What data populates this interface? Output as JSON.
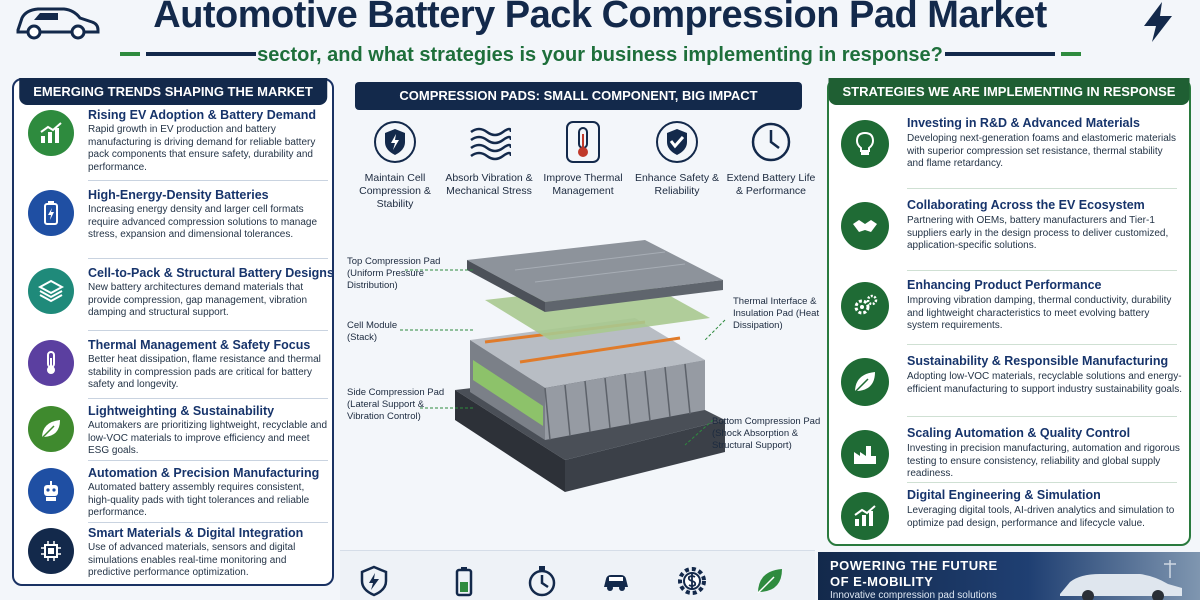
{
  "header": {
    "title": "Automotive Battery Pack Compression Pad Market",
    "subtitle": "sector, and what strategies is your business implementing in response?"
  },
  "left_panel": {
    "title": "EMERGING TRENDS SHAPING THE MARKET",
    "items": [
      {
        "heading": "Rising EV Adoption & Battery Demand",
        "desc": "Rapid growth in EV production and battery manufacturing is driving demand for reliable battery pack components that ensure safety, durability and performance.",
        "icon": "chart-up-icon",
        "color": "#2e8b3e"
      },
      {
        "heading": "High-Energy-Density Batteries",
        "desc": "Increasing energy density and larger cell formats require advanced compression solutions to manage stress, expansion and dimensional tolerances.",
        "icon": "battery-icon",
        "color": "#1f4fa3"
      },
      {
        "heading": "Cell-to-Pack & Structural Battery Designs",
        "desc": "New battery architectures demand materials that provide compression, gap management, vibration damping and structural support.",
        "icon": "layers-icon",
        "color": "#1f8a7a"
      },
      {
        "heading": "Thermal Management & Safety Focus",
        "desc": "Better heat dissipation, flame resistance and thermal stability in compression pads are critical for battery safety and longevity.",
        "icon": "thermometer-icon",
        "color": "#5b3fa0"
      },
      {
        "heading": "Lightweighting & Sustainability",
        "desc": "Automakers are prioritizing lightweight, recyclable and low-VOC materials to improve efficiency and meet ESG goals.",
        "icon": "leaf-icon",
        "color": "#3f8a2e"
      },
      {
        "heading": "Automation & Precision Manufacturing",
        "desc": "Automated battery assembly requires consistent, high-quality pads with tight tolerances and reliable performance.",
        "icon": "robot-icon",
        "color": "#1f4fa3"
      },
      {
        "heading": "Smart Materials & Digital Integration",
        "desc": "Use of advanced materials, sensors and digital simulations enables real-time monitoring and predictive performance optimization.",
        "icon": "chip-icon",
        "color": "#13294b"
      }
    ]
  },
  "center": {
    "title": "COMPRESSION PADS: SMALL COMPONENT, BIG IMPACT",
    "features": [
      {
        "label": "Maintain Cell Compression & Stability",
        "icon": "shield-bolt-icon"
      },
      {
        "label": "Absorb Vibration & Mechanical Stress",
        "icon": "waves-icon"
      },
      {
        "label": "Improve Thermal Management",
        "icon": "thermometer-icon"
      },
      {
        "label": "Enhance Safety & Reliability",
        "icon": "shield-check-icon"
      },
      {
        "label": "Extend Battery Life & Performance",
        "icon": "clock-icon"
      }
    ],
    "callouts": {
      "top_pad": "Top Compression Pad (Uniform Pressure Distribution)",
      "cell_module": "Cell Module (Stack)",
      "side_pad": "Side Compression Pad (Lateral Support & Vibration Control)",
      "thermal_pad": "Thermal Interface & Insulation Pad (Heat Dissipation)",
      "bottom_pad": "Bottom Compression Pad (Shock Absorption & Structural Support)"
    }
  },
  "right_panel": {
    "title": "STRATEGIES WE ARE IMPLEMENTING IN RESPONSE",
    "items": [
      {
        "heading": "Investing in R&D & Advanced Materials",
        "desc": "Developing next-generation foams and elastomeric materials with superior compression set resistance, thermal stability and flame retardancy.",
        "icon": "lightbulb-icon"
      },
      {
        "heading": "Collaborating Across the EV Ecosystem",
        "desc": "Partnering with OEMs, battery manufacturers and Tier-1 suppliers early in the design process to deliver customized, application-specific solutions.",
        "icon": "handshake-icon"
      },
      {
        "heading": "Enhancing Product Performance",
        "desc": "Improving vibration damping, thermal conductivity, durability and lightweight characteristics to meet evolving battery system requirements.",
        "icon": "gears-icon"
      },
      {
        "heading": "Sustainability & Responsible Manufacturing",
        "desc": "Adopting low-VOC materials, recyclable solutions and energy-efficient manufacturing to support industry sustainability goals.",
        "icon": "leaf-icon"
      },
      {
        "heading": "Scaling Automation & Quality Control",
        "desc": "Investing in precision manufacturing, automation and rigorous testing to ensure consistency, reliability and global supply readiness.",
        "icon": "factory-icon"
      },
      {
        "heading": "Digital Engineering & Simulation",
        "desc": "Leveraging digital tools, AI-driven analytics and simulation to optimize pad design, performance and lifecycle value.",
        "icon": "chart-up-icon"
      }
    ]
  },
  "bottom": {
    "icons": [
      "shield-bolt-icon",
      "battery-icon",
      "stopwatch-icon",
      "car-icon",
      "gear-dollar-icon",
      "leaf-icon"
    ],
    "power_line1": "POWERING THE FUTURE",
    "power_line2": "OF E-MOBILITY",
    "power_line3": "Innovative compression pad solutions"
  },
  "colors": {
    "navy": "#13294b",
    "green": "#1f6b35",
    "accent_green": "#2e8b3e"
  }
}
